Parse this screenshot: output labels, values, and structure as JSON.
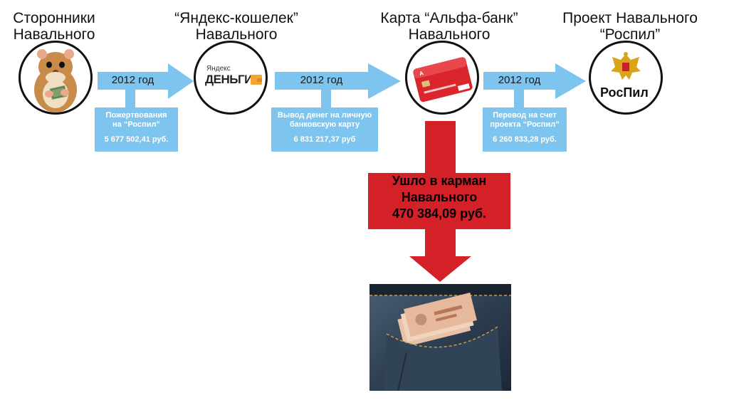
{
  "nodes": [
    {
      "title_line1": "Сторонники",
      "title_line2": "Навального",
      "icon": "hamster-with-money"
    },
    {
      "title_line1": "“Яндекс-кошелек”",
      "title_line2": "Навального",
      "icon": "yandex-money-logo",
      "logo_top": "Яндекс",
      "logo_bottom": "ДЕНЬГИ"
    },
    {
      "title_line1": "Карта “Альфа-банк”",
      "title_line2": "Навального",
      "icon": "alfa-bank-card"
    },
    {
      "title_line1": "Проект Навального",
      "title_line2": "“Роспил”",
      "icon": "rospil-eagle-logo",
      "logo_text": "РосПил"
    }
  ],
  "flows": [
    {
      "year": "2012 год",
      "desc_line1": "Пожертвования",
      "desc_line2": "на “Роспил”",
      "amount": "5 677 502,41 руб."
    },
    {
      "year": "2012 год",
      "desc_line1": "Вывод денег на личную",
      "desc_line2": "банковскую карту",
      "amount": "6 831 217,37 руб"
    },
    {
      "year": "2012 год",
      "desc_line1": "Перевод на счет",
      "desc_line2": "проекта “Роспил”",
      "amount": "6 260 833,28 руб."
    }
  ],
  "pocket": {
    "line1": "Ушло в карман",
    "line2": "Навального",
    "line3": "470 384,09 руб.",
    "icon": "money-in-pocket"
  },
  "colors": {
    "blue": "#7dc4ee",
    "red": "#d42128",
    "outline": "#111111"
  }
}
